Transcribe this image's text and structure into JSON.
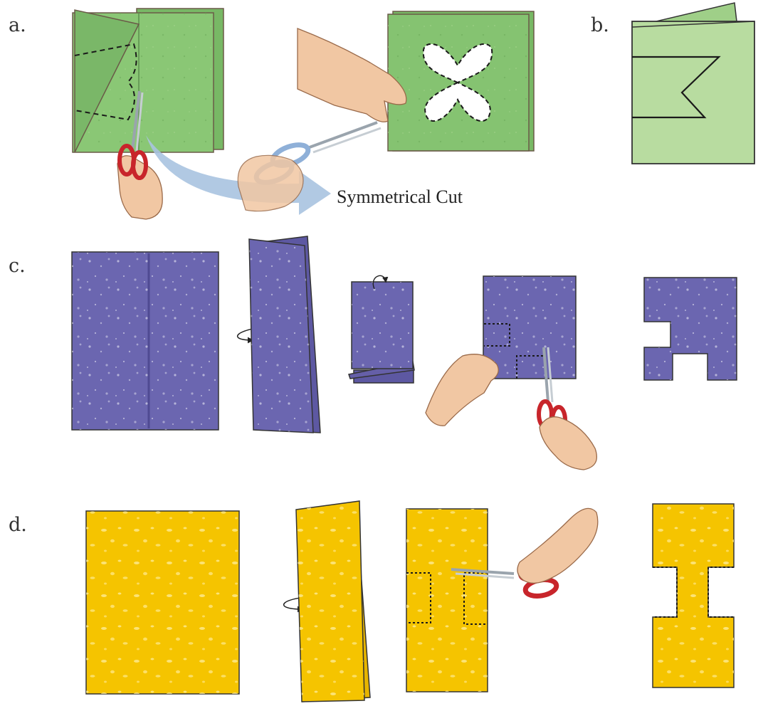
{
  "labels": {
    "a": "a.",
    "b": "b.",
    "c": "c.",
    "d": "d."
  },
  "caption": "Symmetrical Cut",
  "colors": {
    "green_paper": "#7fbf6a",
    "green_light": "#b8dca0",
    "purple_paper": "#6b66b0",
    "yellow_paper": "#f5c400",
    "skin": "#f1c7a3",
    "scissors_red": "#c8252b",
    "scissors_blue": "#8fb0d8",
    "arrow_blue": "#a9c3e0",
    "outline": "#333333"
  },
  "icons": [
    "scissors-icon",
    "hand-icon",
    "rotate-arrow-icon",
    "curved-arrow-icon"
  ]
}
